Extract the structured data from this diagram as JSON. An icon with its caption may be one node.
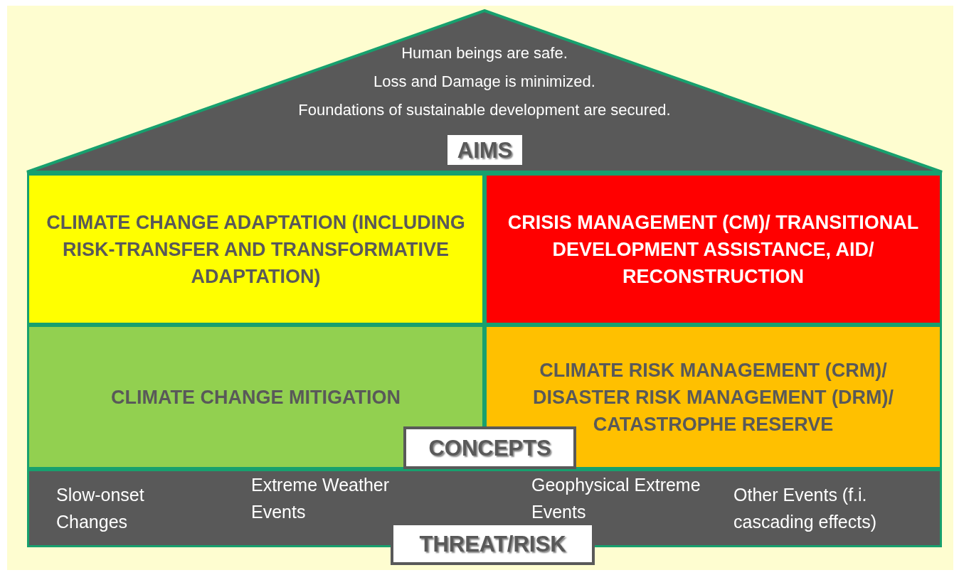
{
  "diagram": {
    "nodes": [
      {
        "text": [
          "Human beings are safe.",
          "Loss and Damage is minimized.",
          "Foundations of sustainable development are secured."
        ]
      },
      {
        "text": [
          "AIMS"
        ],
        "in": 0
      },
      {
        "text": [
          "CLIMATE CHANGE ADAPTATION (INCLUDING RISK-TRANSFER AND TRANSFORMATIVE ADAPTATION)"
        ]
      },
      {
        "text": [
          "CRISIS MANAGEMENT (CM)/ TRANSITIONAL DEVELOPMENT ASSISTANCE, AID/ RECONSTRUCTION"
        ]
      },
      {
        "text": [
          "CLIMATE CHANGE MITIGATION"
        ]
      },
      {
        "text": [
          "CLIMATE RISK MANAGEMENT (CRM)/ DISASTER RISK MANAGEMENT (DRM)/ CATASTROPHE RESERVE"
        ]
      },
      {
        "text": [
          "CONCEPTS"
        ]
      },
      {
        "text": [
          "Slow-onset Changes",
          "Extreme Weather Events",
          "Geophysical Extreme Events",
          "Other Events (f.i. cascading effects)"
        ]
      },
      {
        "text": [
          "THREAT/RISK"
        ]
      }
    ],
    "edges": []
  }
}
